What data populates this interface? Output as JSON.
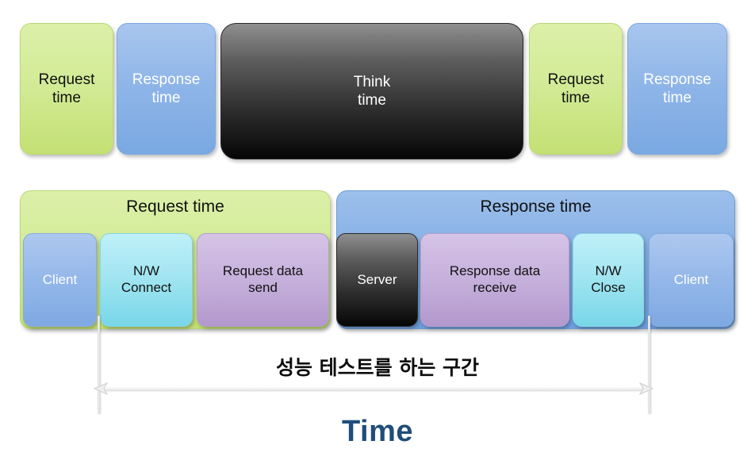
{
  "diagram": {
    "title_bottom": "Time",
    "title_bottom_color": "#1f4e79",
    "row1": {
      "name": "timeline-sequence",
      "blocks": [
        {
          "id": "r1-request-1",
          "line1": "Request",
          "line2": "time",
          "color": "#d3eb97",
          "style": "green"
        },
        {
          "id": "r1-response-1",
          "line1": "Response",
          "line2": "time",
          "color": "#8eb5e8",
          "style": "blue"
        },
        {
          "id": "r1-think",
          "line1": "Think",
          "line2": "time",
          "color": "#2b2b2b",
          "style": "black"
        },
        {
          "id": "r1-request-2",
          "line1": "Request",
          "line2": "time",
          "color": "#d3eb97",
          "style": "green"
        },
        {
          "id": "r1-response-2",
          "line1": "Response",
          "line2": "time",
          "color": "#8eb5e8",
          "style": "blue"
        }
      ]
    },
    "row2": {
      "name": "breakdown-sequence",
      "groups": [
        {
          "id": "g-request-time",
          "title": "Request time",
          "color": "#d3eb97",
          "style": "green",
          "children": [
            {
              "id": "client-1",
              "line1": "Client",
              "line2": "",
              "color": "#94b7e9",
              "style": "periwinkle"
            },
            {
              "id": "nw-connect",
              "line1": "N/W",
              "line2": "Connect",
              "color": "#9fe4f0",
              "style": "cyan"
            },
            {
              "id": "req-data-send",
              "line1": "Request data",
              "line2": "send",
              "color": "#c5afdb",
              "style": "purple"
            }
          ]
        },
        {
          "id": "g-response-time",
          "title": "Response time",
          "color": "#8eb5e8",
          "style": "blue-dk",
          "children": [
            {
              "id": "server",
              "line1": "Server",
              "line2": "",
              "color": "#2b2b2b",
              "style": "black"
            },
            {
              "id": "resp-data-recv",
              "line1": "Response data",
              "line2": "receive",
              "color": "#c5afdb",
              "style": "purple"
            },
            {
              "id": "nw-close",
              "line1": "N/W",
              "line2": "Close",
              "color": "#9fe4f0",
              "style": "cyan"
            },
            {
              "id": "client-2",
              "line1": "Client",
              "line2": "",
              "color": "#94b7e9",
              "style": "periwinkle"
            }
          ]
        }
      ]
    },
    "measure": {
      "id": "perf-test-span",
      "label": "성능 테스트를 하는 구간",
      "arrow": "double-headed-horizontal"
    }
  }
}
